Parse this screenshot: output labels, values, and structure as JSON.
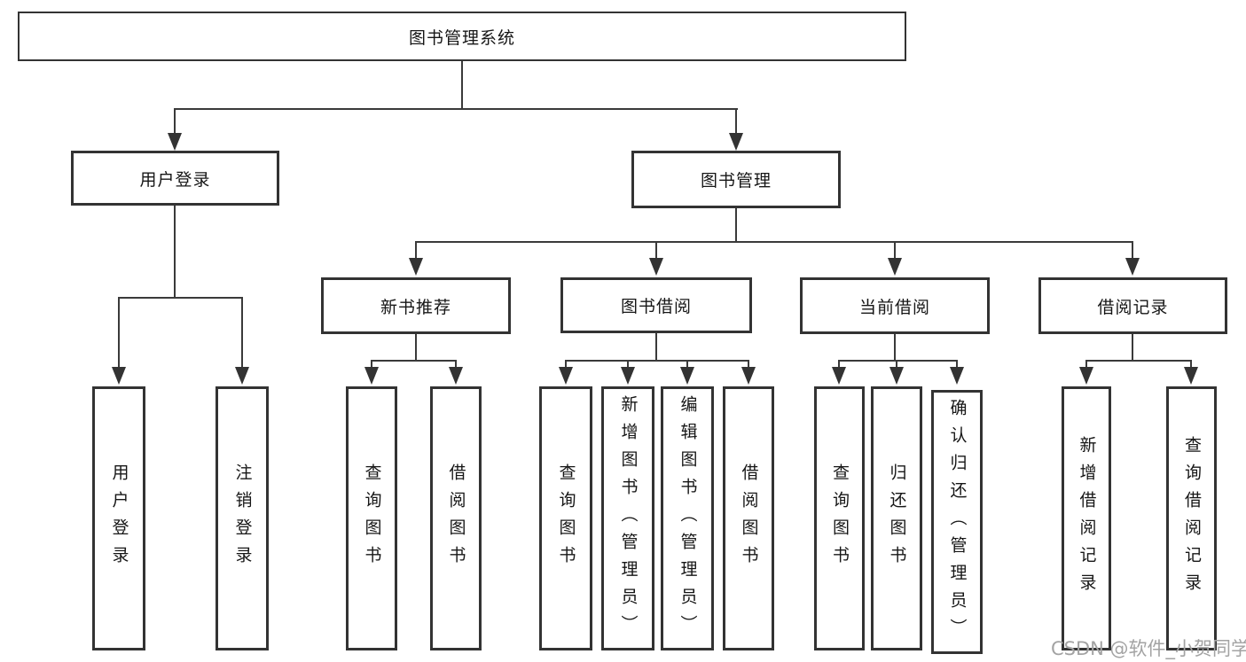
{
  "diagram": {
    "watermark": "CSDN @软件_小贺同学",
    "colors": {
      "background": "#ffffff",
      "box_border": "#333333",
      "connector_line": "#3a3a3a",
      "text": "#161616",
      "watermark_text": "#a3a3a3"
    },
    "nodes": {
      "root": {
        "label": "图书管理系统"
      },
      "level2": {
        "user_login": {
          "label": "用户登录"
        },
        "book_management": {
          "label": "图书管理"
        }
      },
      "level3": {
        "new_book_recommendation": {
          "label": "新书推荐"
        },
        "book_borrowing": {
          "label": "图书借阅"
        },
        "current_borrowing": {
          "label": "当前借阅"
        },
        "borrowing_records": {
          "label": "借阅记录"
        }
      },
      "leaves": {
        "user_login": [
          "用户登录",
          "注销登录"
        ],
        "new_book_recommendation": [
          "查询图书",
          "借阅图书"
        ],
        "book_borrowing": [
          "查询图书",
          "新增图书（管理员）",
          "编辑图书（管理员）",
          "借阅图书"
        ],
        "current_borrowing": [
          "查询图书",
          "归还图书",
          "确认归还（管理员）"
        ],
        "borrowing_records": [
          "新增借阅记录",
          "查询借阅记录"
        ]
      }
    }
  }
}
